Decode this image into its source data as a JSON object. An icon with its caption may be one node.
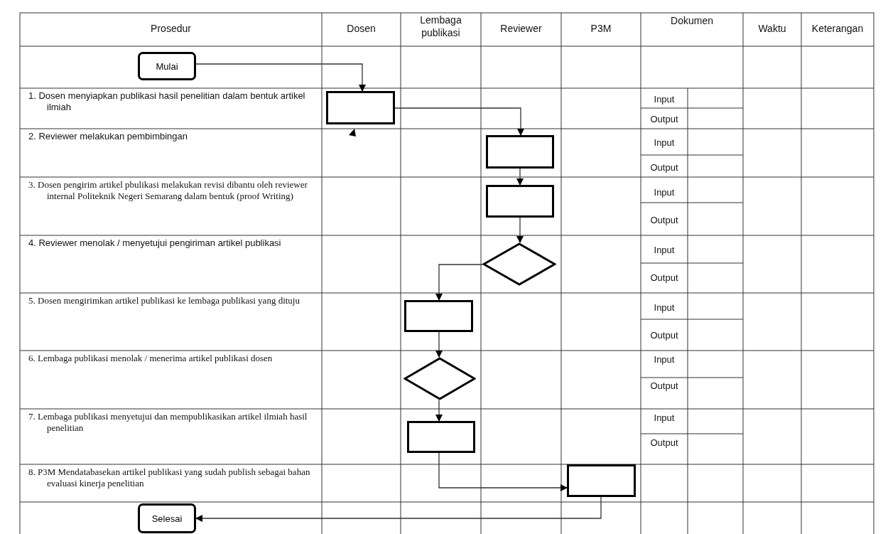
{
  "diagram": {
    "nodes": [
      {
        "text": [
          "Mulai"
        ]
      },
      {
        "text": [],
        "shape": "box"
      },
      {
        "text": [],
        "shape": "box"
      },
      {
        "text": [],
        "shape": "box"
      },
      {
        "text": [],
        "shape": "diamond"
      },
      {
        "text": [],
        "shape": "box"
      },
      {
        "text": [],
        "shape": "diamond"
      },
      {
        "text": [],
        "shape": "box"
      },
      {
        "text": [],
        "shape": "box"
      },
      {
        "text": [
          "Selesai"
        ]
      }
    ],
    "edges": [
      {
        "from": 0,
        "to": 1,
        "arrow": "to"
      },
      {
        "from": 1,
        "to": 2,
        "arrow": "to"
      },
      {
        "from": 2,
        "to": 3,
        "arrow": "to"
      },
      {
        "from": 3,
        "to": 4,
        "arrow": "to"
      },
      {
        "from": 4,
        "to": 5,
        "arrow": "to"
      },
      {
        "from": 5,
        "to": 6,
        "arrow": "to"
      },
      {
        "from": 6,
        "to": 7,
        "arrow": "to"
      },
      {
        "from": 7,
        "to": 8,
        "arrow": "to"
      },
      {
        "from": 8,
        "to": 9,
        "arrow": "to"
      }
    ],
    "labels": [
      "Prosedur",
      "Dosen",
      "Lembaga publikasi",
      "Reviewer",
      "P3M",
      "Dokumen",
      "Waktu",
      "Keterangan",
      "1. Dosen menyiapkan publikasi hasil penelitian dalam bentuk artikel ilmiah",
      "Input",
      "Output",
      "2. Reviewer melakukan pembimbingan",
      "Input",
      "Output",
      "3. Dosen pengirim artikel pbulikasi melakukan revisi dibantu oleh reviewer internal Politeknik Negeri Semarang dalam bentuk (proof Writing)",
      "Input",
      "Output",
      "4. Reviewer menolak / menyetujui pengiriman artikel publikasi",
      "Input",
      "Output",
      "5. Dosen mengirimkan artikel publikasi ke lembaga publikasi yang dituju",
      "Input",
      "Output",
      "6. Lembaga publikasi menolak / menerima artikel publikasi dosen",
      "Input",
      "Output",
      "7. Lembaga publikasi menyetujui dan mempublikasikan artikel ilmiah hasil penelitian",
      "Input",
      "Output",
      "8. P3M Mendatabasekan artikel publikasi yang sudah publish sebagai bahan evaluasi kinerja penelitian"
    ]
  }
}
